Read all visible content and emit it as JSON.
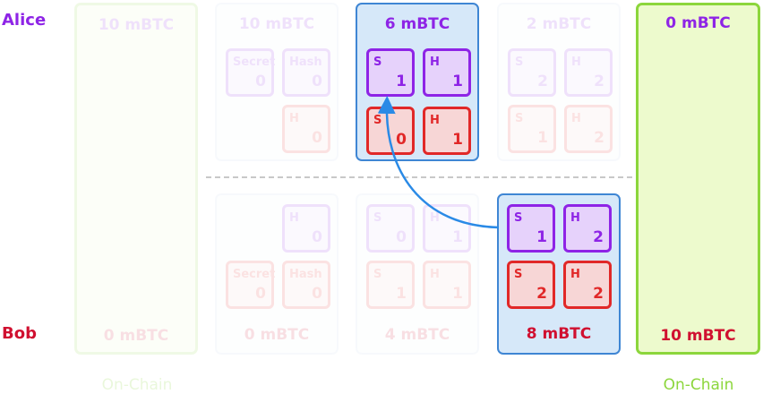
{
  "parties": {
    "alice": "Alice",
    "bob": "Bob"
  },
  "onchain_label": "On-Chain",
  "columns": [
    {
      "alice_amount": "10 mBTC",
      "bob_amount": "0 mBTC"
    },
    {
      "alice_amount": "10 mBTC",
      "bob_amount": "0 mBTC",
      "alice_keys": [
        {
          "label": "Secret",
          "value": "0"
        },
        {
          "label": "Hash",
          "value": "0"
        }
      ],
      "bob_keys": [
        {
          "label": "",
          "value": ""
        },
        {
          "label": "H",
          "value": "0"
        }
      ]
    },
    {
      "alice_amount": "6 mBTC",
      "bob_amount": "",
      "alice_keys": [
        {
          "label": "S",
          "value": "1"
        },
        {
          "label": "H",
          "value": "1"
        }
      ],
      "bob_keys": [
        {
          "label": "S",
          "value": "0"
        },
        {
          "label": "H",
          "value": "1"
        }
      ]
    },
    {
      "alice_amount": "2 mBTC",
      "bob_amount": "",
      "alice_keys": [
        {
          "label": "S",
          "value": "2"
        },
        {
          "label": "H",
          "value": "2"
        }
      ],
      "bob_keys": [
        {
          "label": "S",
          "value": "1"
        },
        {
          "label": "H",
          "value": "2"
        }
      ]
    },
    {
      "alice_amount": "0 mBTC",
      "bob_amount": "10 mBTC"
    }
  ],
  "bottom_columns": [
    {
      "alice_keys": [
        {
          "label": "",
          "value": ""
        },
        {
          "label": "H",
          "value": "0"
        }
      ],
      "bob_keys": [
        {
          "label": "Secret",
          "value": "0"
        },
        {
          "label": "Hash",
          "value": "0"
        }
      ],
      "bob_amount": "0 mBTC"
    },
    {
      "alice_keys": [
        {
          "label": "S",
          "value": "0"
        },
        {
          "label": "H",
          "value": "1"
        }
      ],
      "bob_keys": [
        {
          "label": "S",
          "value": "1"
        },
        {
          "label": "H",
          "value": "1"
        }
      ],
      "bob_amount": "4 mBTC"
    },
    {
      "alice_keys": [
        {
          "label": "S",
          "value": "1"
        },
        {
          "label": "H",
          "value": "2"
        }
      ],
      "bob_keys": [
        {
          "label": "S",
          "value": "2"
        },
        {
          "label": "H",
          "value": "2"
        }
      ],
      "bob_amount": "8 mBTC"
    }
  ]
}
